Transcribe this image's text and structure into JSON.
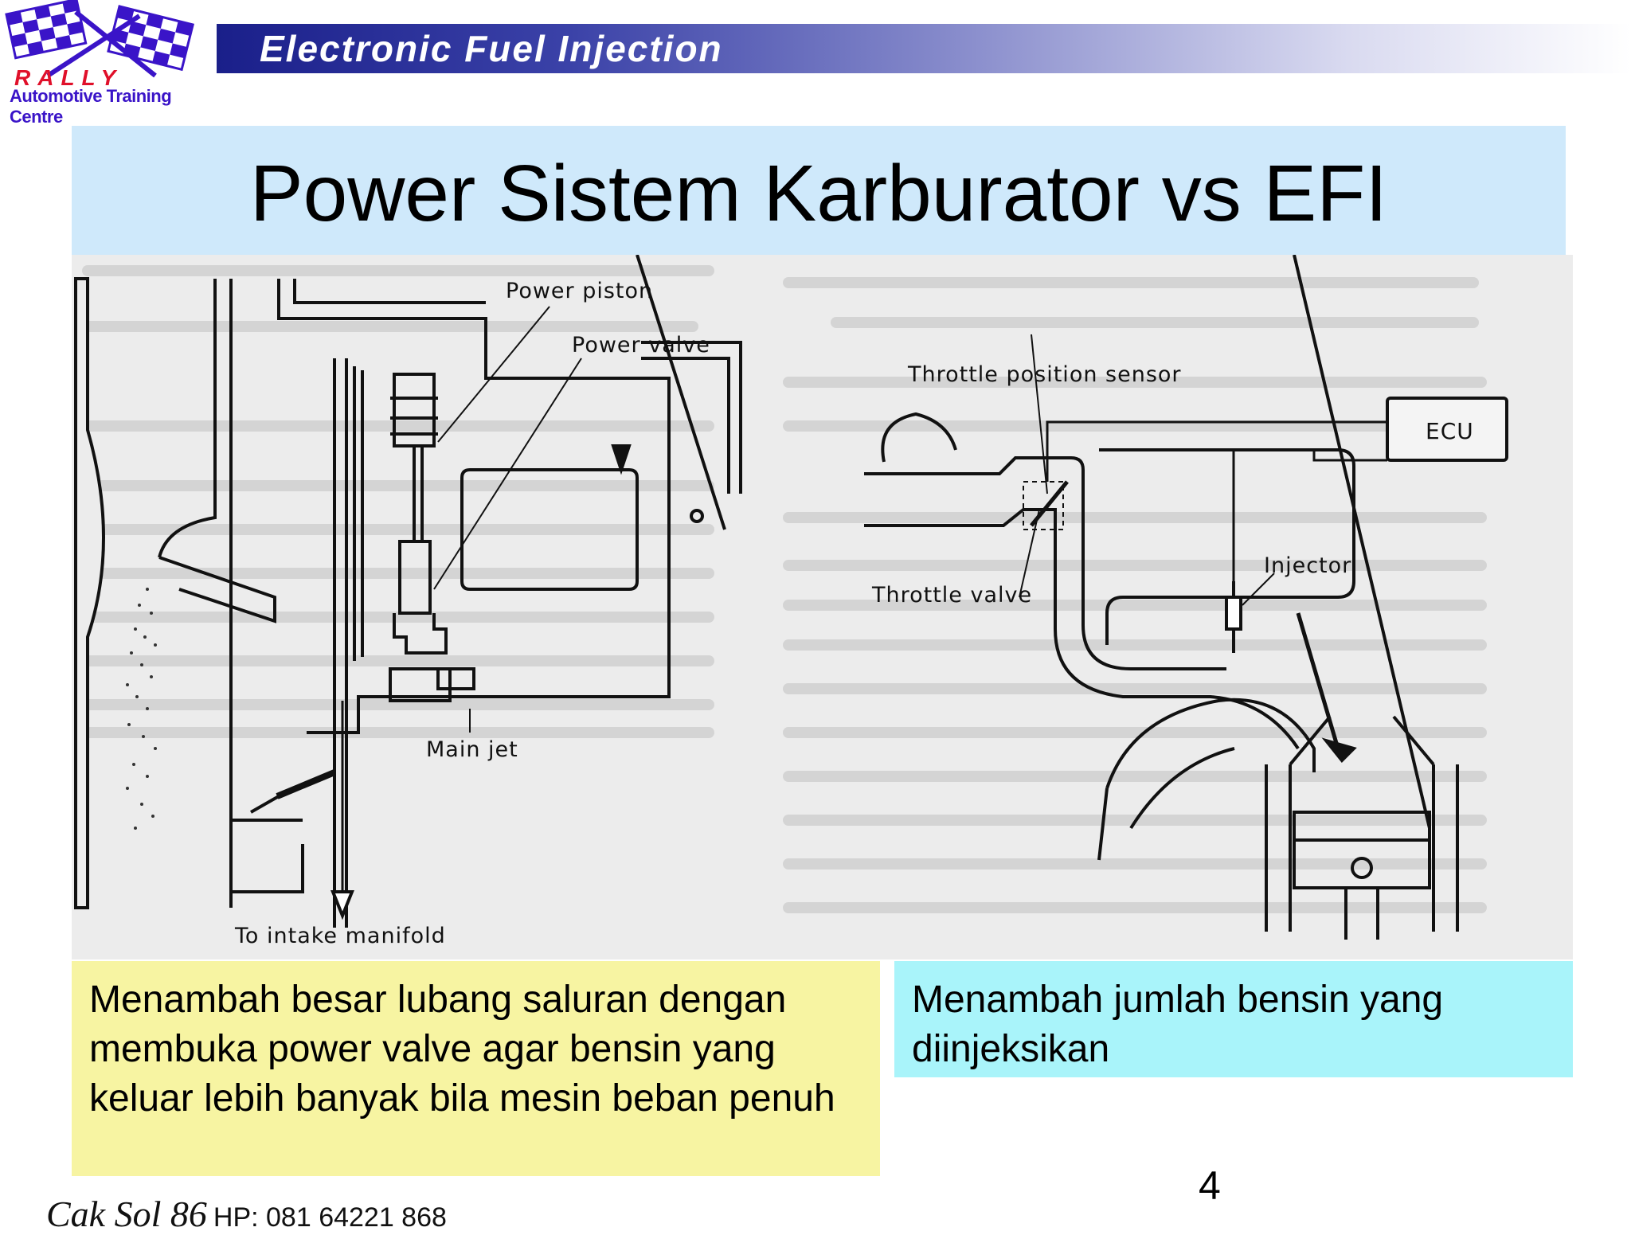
{
  "logo": {
    "brand": "RALLY",
    "subtitle": "Automotive Training Centre"
  },
  "header": {
    "title": "Electronic Fuel Injection"
  },
  "slide": {
    "title": "Power Sistem Karburator vs EFI",
    "page_number": "4"
  },
  "diagram": {
    "carburetor_labels": {
      "power_piston": "Power piston",
      "power_valve": "Power valve",
      "main_jet": "Main jet",
      "intake": "To intake manifold"
    },
    "efi_labels": {
      "tps": "Throttle position sensor",
      "ecu": "ECU",
      "injector": "Injector",
      "throttle_valve": "Throttle valve"
    }
  },
  "captions": {
    "carburetor": "Menambah besar lubang saluran dengan membuka power valve agar bensin yang keluar lebih banyak bila mesin beban penuh",
    "efi": "Menambah jumlah bensin yang diinjeksikan"
  },
  "footer": {
    "signature": "Cak Sol 86",
    "phone": "HP: 081 64221 868"
  },
  "colors": {
    "header_gradient_start": "#1a1f8a",
    "title_bg": "#cfe9fb",
    "caption_left_bg": "#f7f4a2",
    "caption_right_bg": "#a9f4fa",
    "logo_purple": "#3a14c8",
    "logo_red": "#e0102a"
  }
}
